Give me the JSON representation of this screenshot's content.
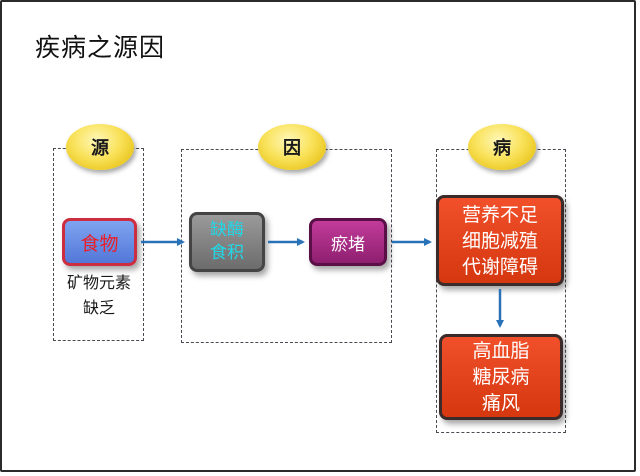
{
  "title": "疾病之源因",
  "stages": {
    "source": {
      "label": "源"
    },
    "cause": {
      "label": "因"
    },
    "disease": {
      "label": "病"
    }
  },
  "boxes": {
    "food": "食物",
    "minerals_note": "矿物元素\n缺乏",
    "enzyme_line1": "缺酶",
    "enzyme_line2": "食积",
    "stasis": "瘀堵",
    "nutrition": "营养不足\n细胞减殖\n代谢障碍",
    "diseases": "高血脂\n糖尿病\n痛风"
  }
}
